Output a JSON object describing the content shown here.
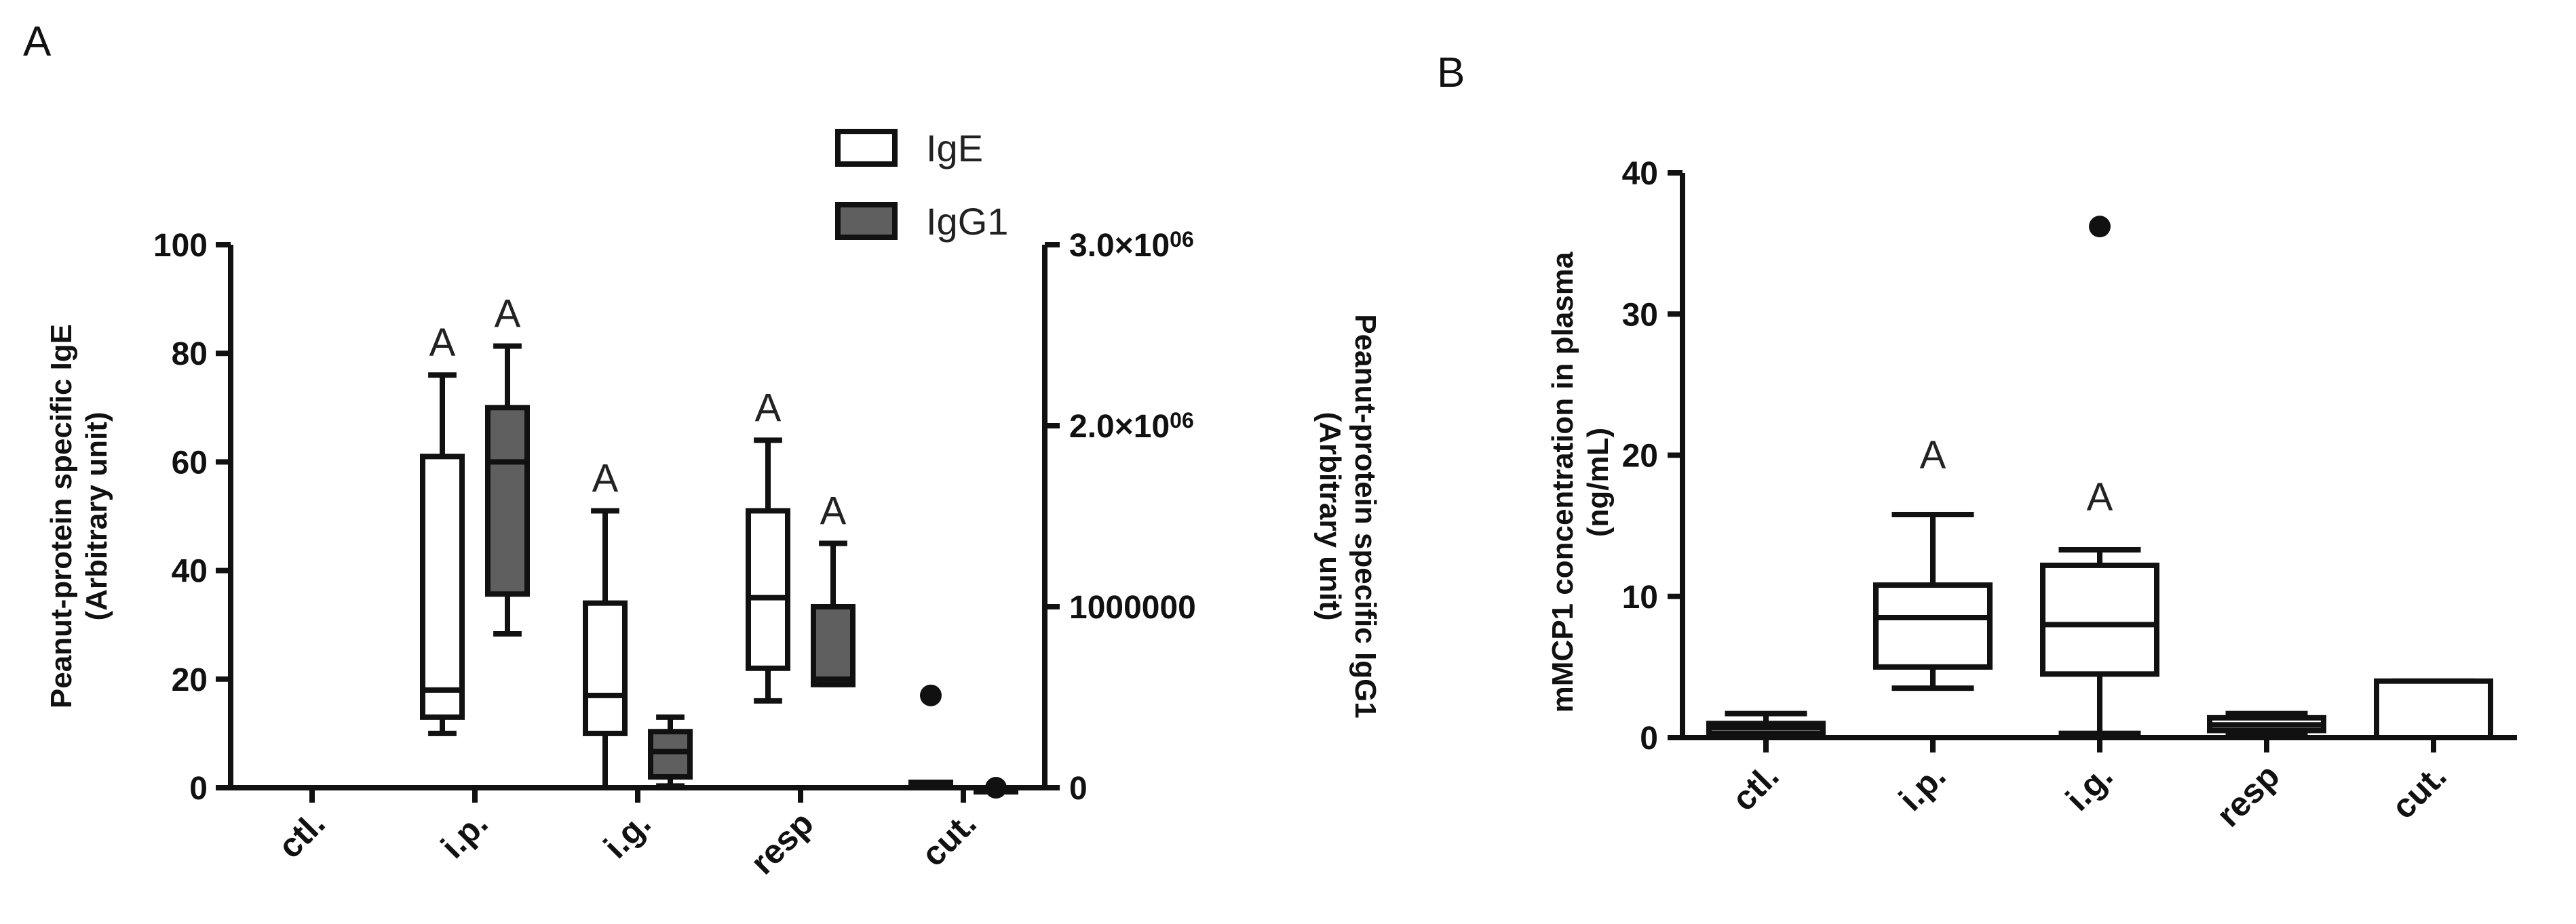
{
  "panels": {
    "a_letter": "A",
    "b_letter": "B"
  },
  "chart_data": [
    {
      "type": "box",
      "panel": "A",
      "categories": [
        "ctl.",
        "i.p.",
        "i.g.",
        "resp",
        "cut."
      ],
      "ylabel_left": [
        "Peanut-protein specific IgE",
        "(Arbitrary unit)"
      ],
      "ylabel_right": [
        "Peanut-protein specific IgG1",
        "(Arbitrary unit)"
      ],
      "ylim_left": [
        0,
        100
      ],
      "yticks_left": [
        0,
        20,
        40,
        60,
        80,
        100
      ],
      "ylim_right": [
        0,
        3000000
      ],
      "yticks_right": [
        {
          "value": 0,
          "label": "0"
        },
        {
          "value": 1000000,
          "label": "1000000"
        },
        {
          "value": 2000000,
          "label": "2.0×10",
          "sup": "06"
        },
        {
          "value": 3000000,
          "label": "3.0×10",
          "sup": "06"
        }
      ],
      "legend": [
        {
          "name": "IgE",
          "fill": "#ffffff"
        },
        {
          "name": "IgG1",
          "fill": "#5f5f5f"
        }
      ],
      "series": [
        {
          "name": "IgE",
          "axis": "left",
          "fill": "#ffffff",
          "boxes": [
            null,
            {
              "min": 10,
              "q1": 13,
              "median": 18,
              "q3": 61,
              "max": 76,
              "label": "A"
            },
            {
              "min": 0,
              "q1": 10,
              "median": 17,
              "q3": 34,
              "max": 51,
              "label": "A"
            },
            {
              "min": 16,
              "q1": 22,
              "median": 35,
              "q3": 51,
              "max": 64,
              "label": "A"
            },
            {
              "min": 0,
              "q1": 0,
              "median": 0,
              "q3": 1,
              "max": 1,
              "outliers": [
                17
              ]
            }
          ]
        },
        {
          "name": "IgG1",
          "axis": "right",
          "fill": "#5f5f5f",
          "boxes": [
            null,
            {
              "min": 850000,
              "q1": 1070000,
              "median": 1800000,
              "q3": 2100000,
              "max": 2440000,
              "label": "A"
            },
            {
              "min": 10000,
              "q1": 60000,
              "median": 200000,
              "q3": 310000,
              "max": 390000
            },
            {
              "min": 570000,
              "q1": 570000,
              "median": 600000,
              "q3": 1000000,
              "max": 1350000,
              "label": "A"
            },
            {
              "min": 0,
              "q1": 0,
              "median": 0,
              "q3": 0,
              "max": 0,
              "outliers": [
                0
              ]
            }
          ]
        }
      ]
    },
    {
      "type": "box",
      "panel": "B",
      "categories": [
        "ctl.",
        "i.p.",
        "i.g.",
        "resp",
        "cut."
      ],
      "ylabel": [
        "mMCP1 concentration in plasma",
        "(ng/mL)"
      ],
      "ylim": [
        0,
        40
      ],
      "yticks": [
        0,
        10,
        20,
        30,
        40
      ],
      "series": [
        {
          "name": "mMCP1",
          "fill": "#ffffff",
          "boxes": [
            {
              "min": 0,
              "q1": 0.3,
              "median": 0.7,
              "q3": 1.0,
              "max": 1.7
            },
            {
              "min": 3.5,
              "q1": 5.0,
              "median": 8.5,
              "q3": 10.8,
              "max": 15.8,
              "label": "A"
            },
            {
              "min": 0.3,
              "q1": 4.5,
              "median": 8.0,
              "q3": 12.2,
              "max": 13.3,
              "outliers": [
                36.2
              ],
              "label": "A"
            },
            {
              "min": 0.3,
              "q1": 0.5,
              "median": 0.9,
              "q3": 1.4,
              "max": 1.7
            },
            {
              "min": 0,
              "q1": 0,
              "median": 0,
              "q3": 4.0,
              "max": 4.0
            }
          ]
        }
      ]
    }
  ]
}
